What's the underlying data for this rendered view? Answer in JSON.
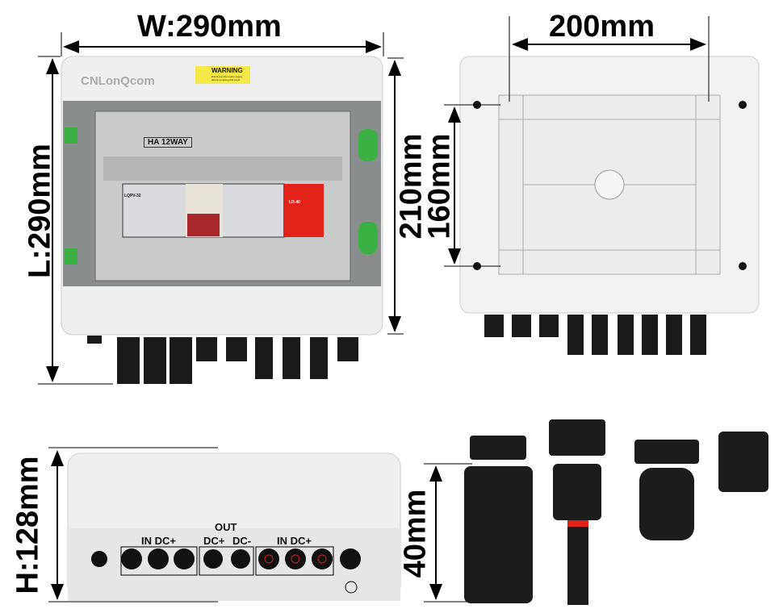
{
  "dimensions": {
    "width": "W:290mm",
    "length": "L:290mm",
    "mount_width": "200mm",
    "outer_height": "210mm",
    "mount_height": "160mm",
    "depth": "H:128mm",
    "connector_height": "40mm"
  },
  "front": {
    "brand": "CNLonQcom",
    "warning_title": "WARNING",
    "warning_text": "Disconnect the mains supply before removing this cover",
    "model_label": "HA 12WAY",
    "fuse_label": "LQPV-32",
    "spd_label": "LD-40"
  },
  "bottom": {
    "out_label": "OUT",
    "in_left": "IN DC+",
    "out_pos": "DC+",
    "out_neg": "DC-",
    "in_right": "IN DC+"
  },
  "colors": {
    "body": "#eeeeee",
    "accent_green": "#3cb043",
    "spd_red": "#e2231a"
  }
}
